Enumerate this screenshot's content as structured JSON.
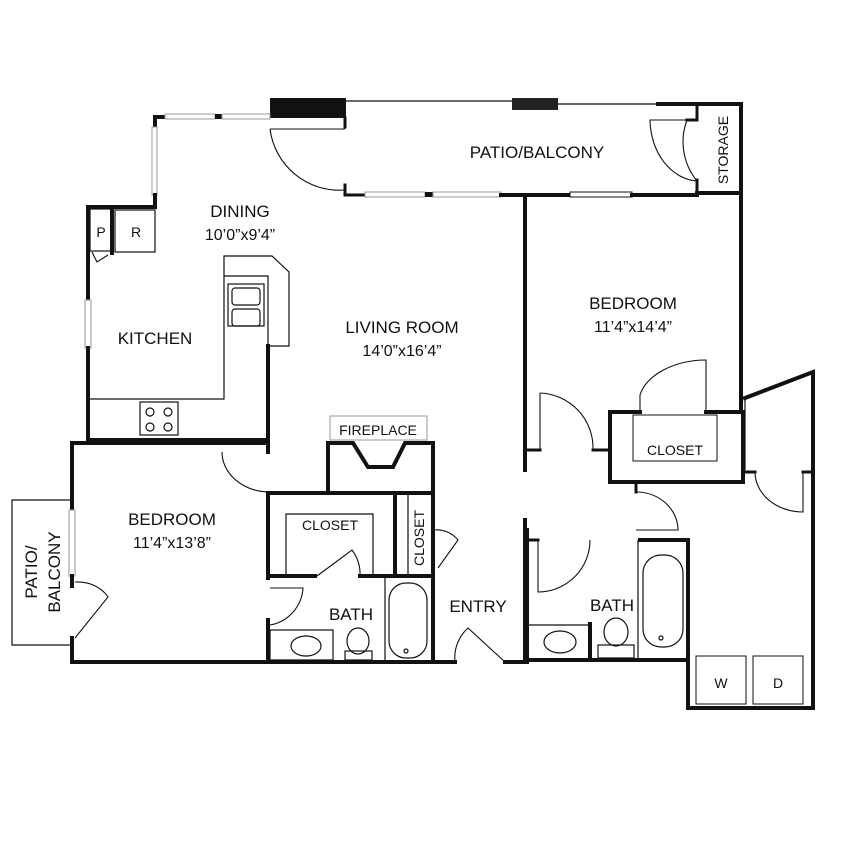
{
  "floorplan": {
    "rooms": {
      "patio_top": {
        "name": "PATIO/BALCONY"
      },
      "storage": {
        "name": "STORAGE"
      },
      "dining": {
        "name": "DINING",
        "dims": "10’0”x9’4”"
      },
      "pantry": {
        "name": "P"
      },
      "refrigerator": {
        "name": "R"
      },
      "kitchen": {
        "name": "KITCHEN"
      },
      "living_room": {
        "name": "LIVING ROOM",
        "dims": "14’0”x16’4”"
      },
      "bedroom_right": {
        "name": "BEDROOM",
        "dims": "11’4”x14’4”"
      },
      "closet_right": {
        "name": "CLOSET"
      },
      "fireplace": {
        "name": "FIREPLACE"
      },
      "bedroom_left": {
        "name": "BEDROOM",
        "dims": "11’4”x13’8”"
      },
      "closet_left": {
        "name": "CLOSET"
      },
      "closet_small": {
        "name": "CLOSET"
      },
      "patio_left": {
        "line1": "PATIO/",
        "line2": "BALCONY"
      },
      "bath_left": {
        "name": "BATH"
      },
      "entry": {
        "name": "ENTRY"
      },
      "bath_right": {
        "name": "BATH"
      },
      "washer": {
        "name": "W"
      },
      "dryer": {
        "name": "D"
      }
    },
    "colors": {
      "wall": "#111111",
      "window": "#999999",
      "background": "#ffffff"
    }
  }
}
